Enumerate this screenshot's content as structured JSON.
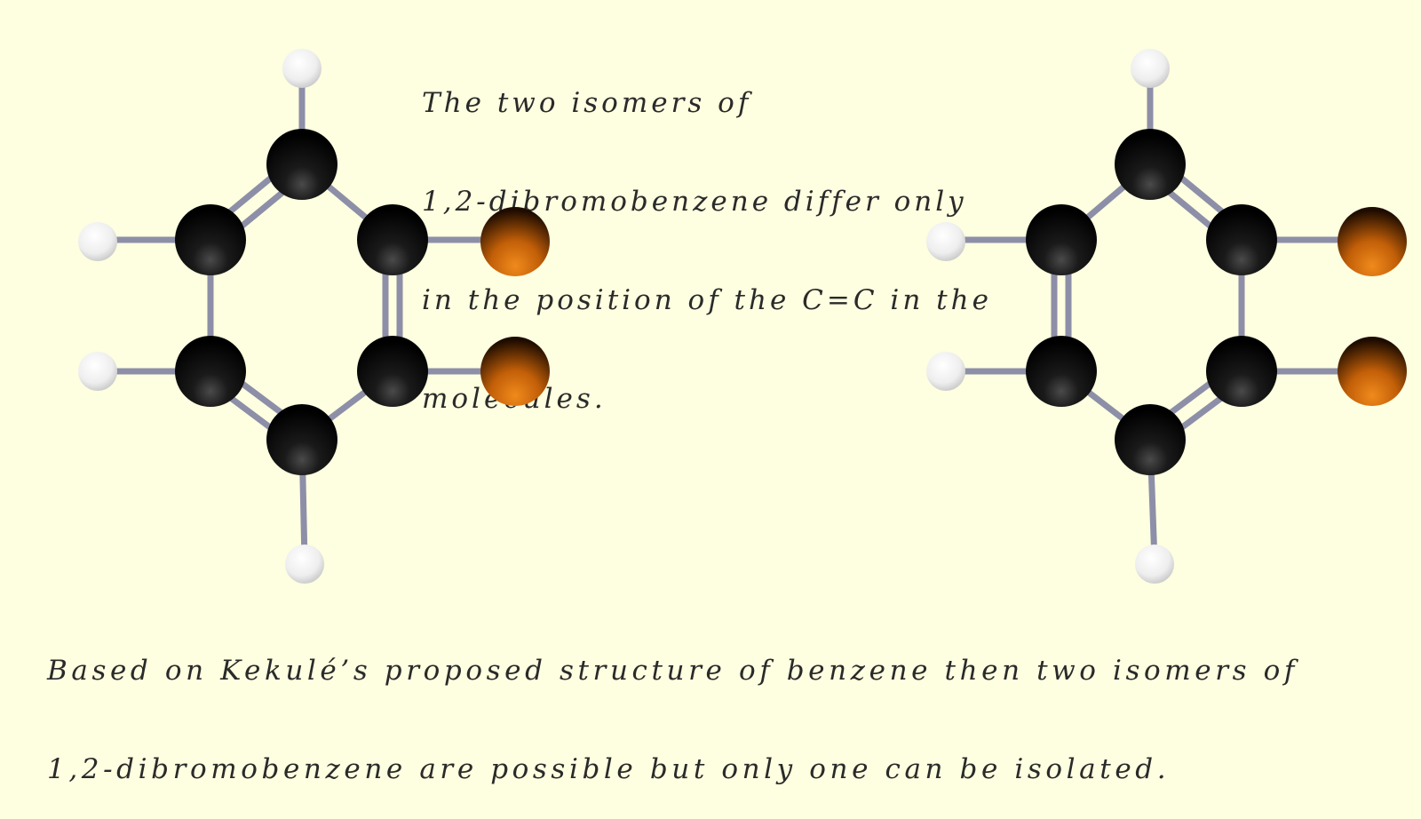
{
  "caption_top": {
    "lines": [
      "The two isomers of",
      "1,2-dibromobenzene differ only",
      "in the position of the C=C in the",
      "molecules."
    ]
  },
  "caption_bottom": {
    "lines": [
      "Based on Kekulé’s proposed structure of benzene then two isomers of",
      "1,2-dibromobenzene are possible but only one can be isolated."
    ]
  },
  "colors": {
    "background": "#fefee0",
    "carbon": "#111111",
    "hydrogen": "#f2f2f2",
    "bromine": "#d06a10",
    "bond": "#8d8fa8"
  },
  "molecules": [
    {
      "name": "isomer-left",
      "atoms": [
        "C",
        "C",
        "C",
        "C",
        "C",
        "C",
        "H",
        "H",
        "H",
        "H",
        "Br",
        "Br"
      ]
    },
    {
      "name": "isomer-right",
      "atoms": [
        "C",
        "C",
        "C",
        "C",
        "C",
        "C",
        "H",
        "H",
        "H",
        "H",
        "Br",
        "Br"
      ]
    }
  ]
}
